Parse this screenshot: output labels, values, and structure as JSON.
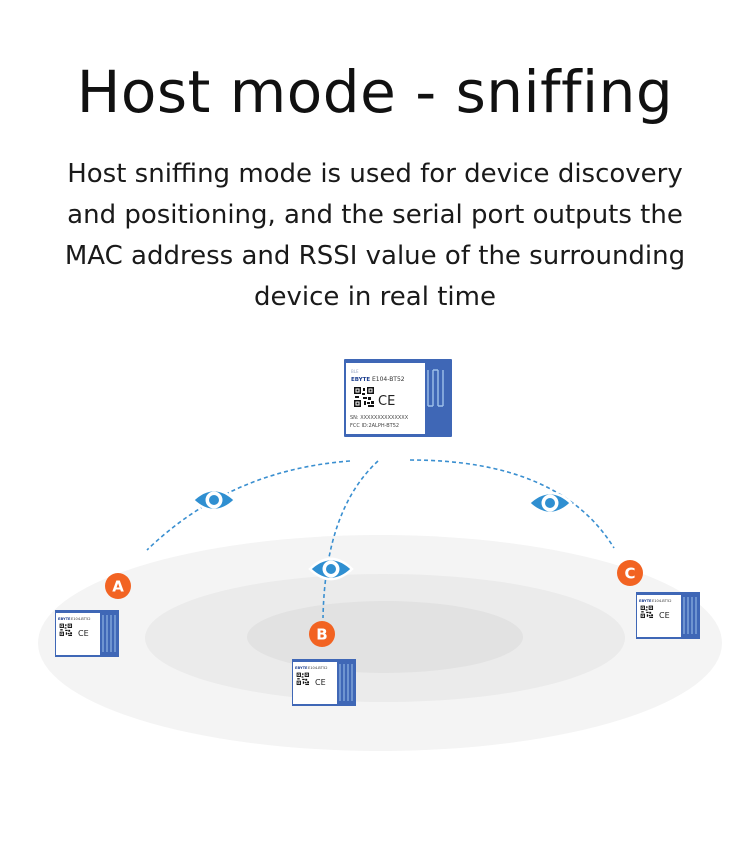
{
  "heading": {
    "title": "Host mode - sniffing",
    "description": "Host sniffing mode is used for device discovery and positioning, and the serial port outputs the MAC address and RSSI value of the surrounding device in real time"
  },
  "host_module": {
    "brand": "EBYTE",
    "model": "E104-BT52",
    "mark": "CE",
    "serial": "SN: XXXXXXXXXXXXXX",
    "fcc": "FCC ID:2ALPH-BT52"
  },
  "devices": [
    {
      "label": "A",
      "brand": "EBYTE",
      "model": "E104-BT52",
      "mark": "CE"
    },
    {
      "label": "B",
      "brand": "EBYTE",
      "model": "E104-BT52",
      "mark": "CE"
    },
    {
      "label": "C",
      "brand": "EBYTE",
      "model": "E104-BT52",
      "mark": "CE"
    }
  ],
  "colors": {
    "eye": "#2f8fd1",
    "dash": "#3a8fd0",
    "badge": "#f26322",
    "module_blue": "#3f67b6",
    "ellipse_outer": "#f3f3f3",
    "ellipse_mid": "#ebebeb",
    "ellipse_inner": "#e1e1e1"
  },
  "icons": [
    "eye-icon",
    "qr-code-icon",
    "ce-mark-icon"
  ]
}
